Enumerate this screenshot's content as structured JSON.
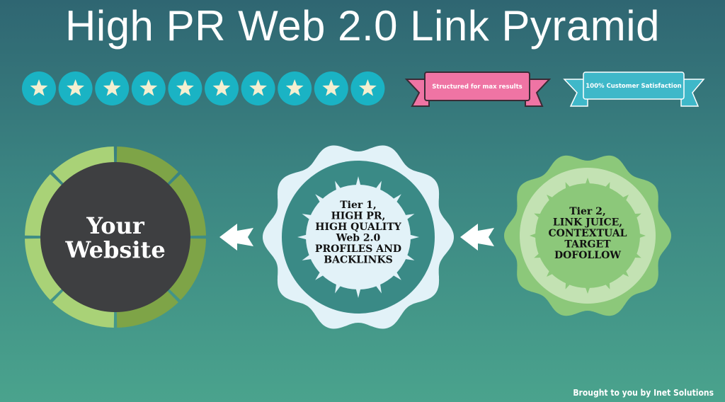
{
  "title": "High PR Web 2.0 Link Pyramid",
  "rating": {
    "stars": 10,
    "star_icon": "star-icon",
    "circle_color": "#1ab3c4",
    "star_color": "#f4efd0"
  },
  "banners": [
    {
      "label": "Structured for max results",
      "color": "#ef74a4"
    },
    {
      "label": "100% Customer Satisfaction",
      "color": "#3fb8c9"
    }
  ],
  "website": {
    "line1": "Your",
    "line2": "Website"
  },
  "tier1": {
    "lines": [
      "Tier 1,",
      "HIGH PR,",
      "HIGH QUALITY",
      "Web 2.0",
      "PROFILES AND",
      "BACKLINKS"
    ]
  },
  "tier2": {
    "lines": [
      "Tier  2,",
      "LINK JUICE,",
      "CONTEXTUAL",
      "TARGET",
      "DOFOLLOW"
    ]
  },
  "arrows": [
    "arrow-left-icon",
    "arrow-left-icon"
  ],
  "footer": "Brought to you by Inet Solutions"
}
